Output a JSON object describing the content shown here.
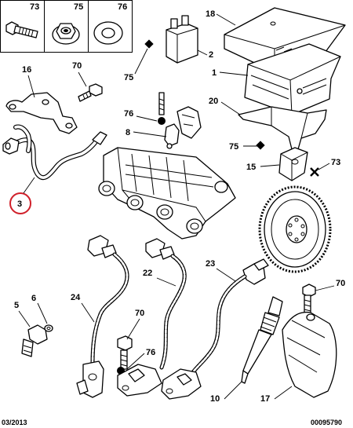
{
  "header": {
    "boxes": [
      {
        "ref": "73",
        "icon": "bolt-icon"
      },
      {
        "ref": "75",
        "icon": "flange-nut-icon"
      },
      {
        "ref": "76",
        "icon": "washer-icon"
      }
    ]
  },
  "callouts": {
    "p1": "1",
    "p2": "2",
    "p3": "3",
    "p5": "5",
    "p6": "6",
    "p8": "8",
    "p10": "10",
    "p15": "15",
    "p16": "16",
    "p17": "17",
    "p18": "18",
    "p20": "20",
    "p22": "22",
    "p23": "23",
    "p24": "24",
    "p70a": "70",
    "p70b": "70",
    "p70c": "70",
    "p73": "73",
    "p75a": "75",
    "p75b": "75",
    "p76a": "76",
    "p76b": "76"
  },
  "footer": {
    "date": "03/2013",
    "ref": "00095790"
  },
  "colors": {
    "highlight_circle": "#d0202a",
    "ink": "#000000"
  }
}
